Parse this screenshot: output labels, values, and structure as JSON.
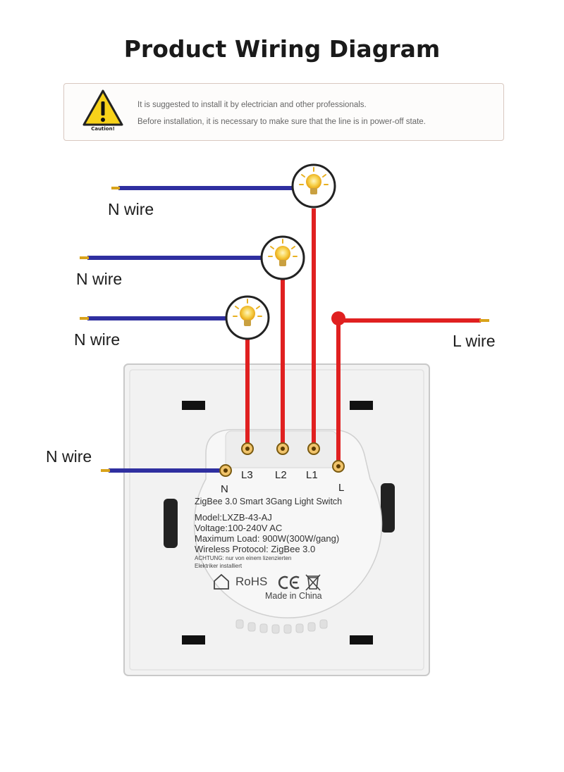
{
  "title": "Product Wiring Diagram",
  "caution": {
    "icon": "warning-triangle-icon",
    "label": "Caution!",
    "line1": "It is suggested to install it by electrician and other professionals.",
    "line2": "Before installation, it is necessary to make sure that the line is in power-off state."
  },
  "wires": {
    "n1": "N wire",
    "n2": "N wire",
    "n3": "N wire",
    "n4": "N wire",
    "l": "L wire"
  },
  "terminals": {
    "l3": "L3",
    "l2": "L2",
    "l1": "L1",
    "l": "L",
    "n": "N"
  },
  "device": {
    "name": "ZigBee 3.0 Smart 3Gang Light Switch",
    "model": "Model:LXZB-43-AJ",
    "voltage": "Voltage:100-240V AC",
    "max_load": "Maximum Load: 900W(300W/gang)",
    "protocol": "Wireless Protocol: ZigBee 3.0",
    "warning1": "ACHTUNG: nur von einem lizenzierten",
    "warning2": "Elektriker installiert",
    "rohs": "RoHS",
    "made_in": "Made in China"
  },
  "colors": {
    "neutral_wire": "#2f2fa0",
    "live_wire": "#e02020",
    "wire_tip": "#d9a31a",
    "bulb": "#f5c542"
  }
}
